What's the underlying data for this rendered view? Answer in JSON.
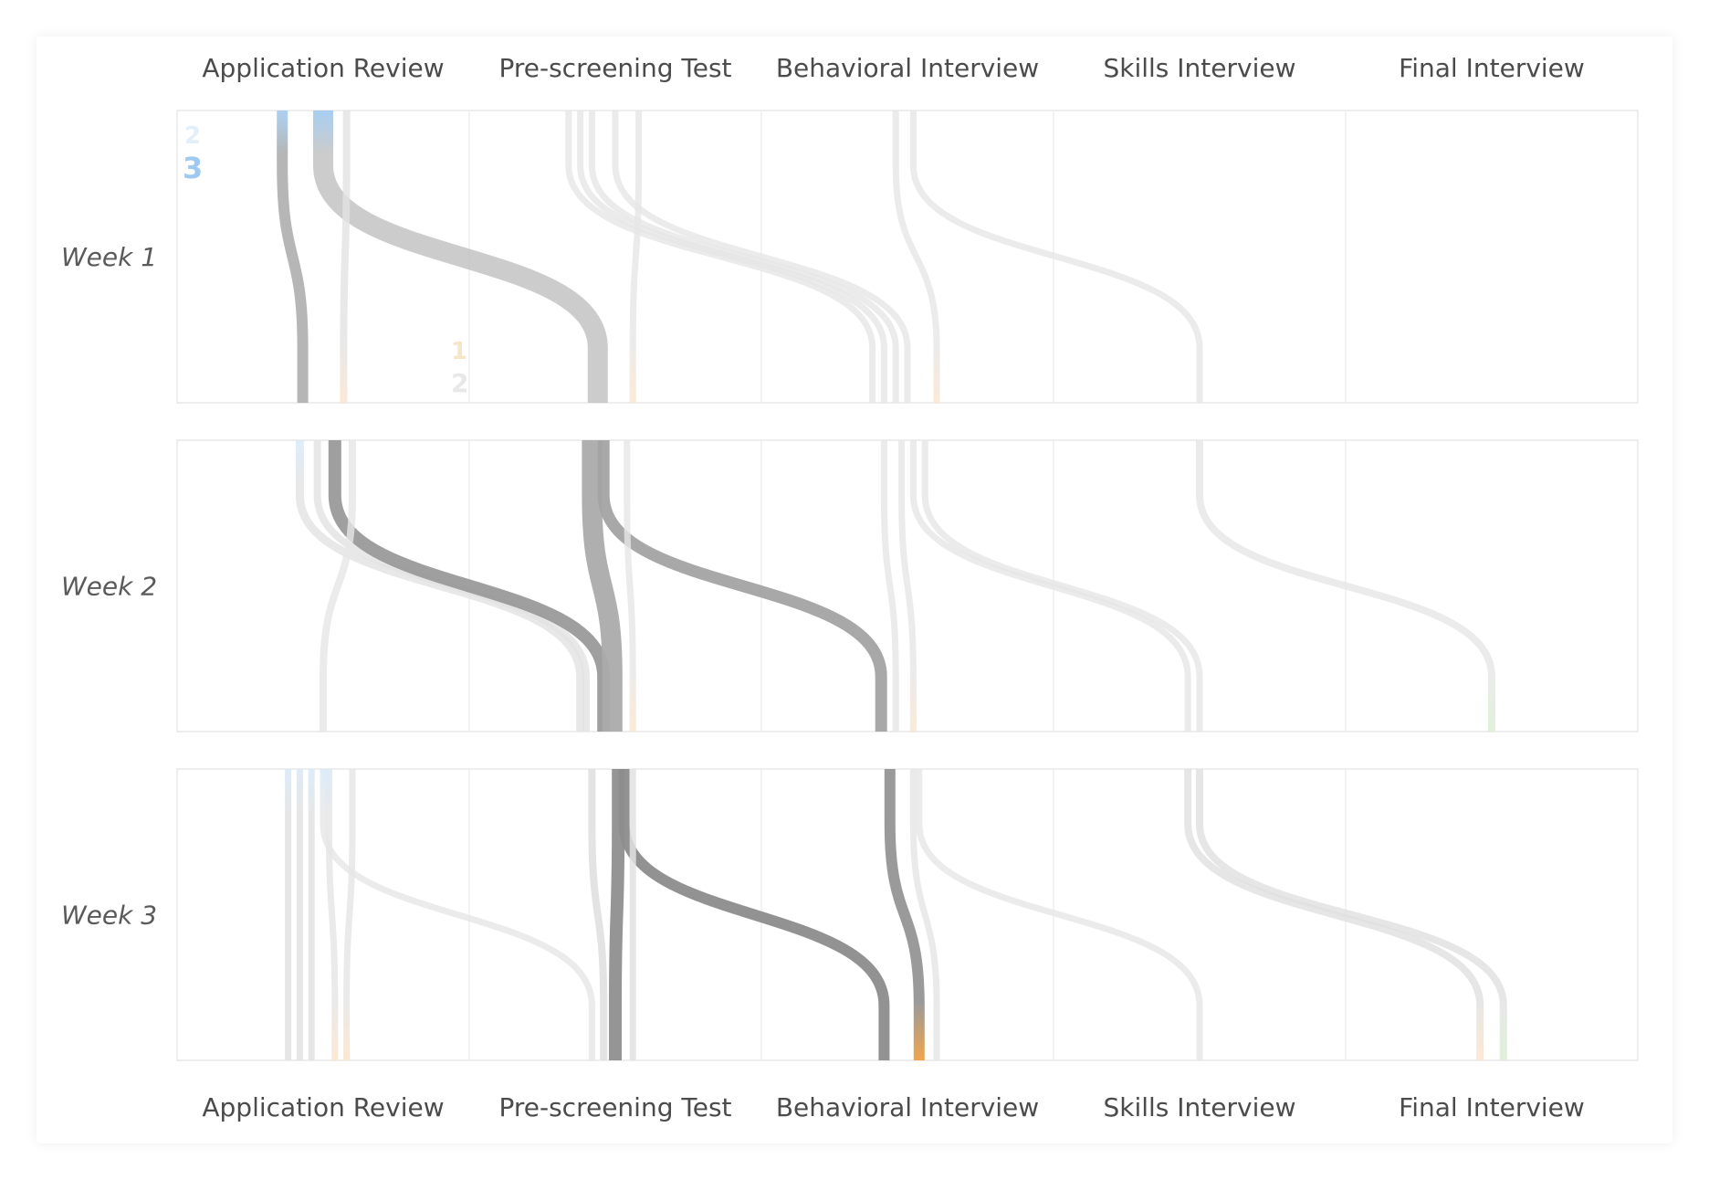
{
  "chart_data": {
    "type": "flow",
    "stages": [
      "Application Review",
      "Pre-screening Test",
      "Behavioral Interview",
      "Skills Interview",
      "Final Interview"
    ],
    "weeks": [
      "Week 1",
      "Week 2",
      "Week 3"
    ],
    "count_labels": [
      {
        "week": 0,
        "stage": 0,
        "values": [
          "2",
          "3"
        ],
        "color": "#9ec9f0"
      },
      {
        "week": 0,
        "stage": 1,
        "values": [
          "1",
          "2"
        ],
        "color": "#e8e8e8"
      }
    ],
    "flows": [
      {
        "week": 0,
        "from": 0.36,
        "to": 0.43,
        "width": 12,
        "color": "#a9a9a9",
        "opacity": 0.85,
        "start": "#9ec9f0"
      },
      {
        "week": 0,
        "from": 0.5,
        "to": 1.44,
        "width": 22,
        "color": "#c6c6c6",
        "opacity": 0.9,
        "start": "#9ec9f0"
      },
      {
        "week": 0,
        "from": 0.58,
        "to": 0.57,
        "width": 8,
        "color": "#e2e2e2",
        "opacity": 0.8,
        "end": "#fbe4cc"
      },
      {
        "week": 0,
        "from": 1.34,
        "to": 2.38,
        "width": 7,
        "color": "#e6e6e6",
        "opacity": 0.8
      },
      {
        "week": 0,
        "from": 1.38,
        "to": 2.42,
        "width": 7,
        "color": "#e6e6e6",
        "opacity": 0.8
      },
      {
        "week": 0,
        "from": 1.42,
        "to": 2.46,
        "width": 7,
        "color": "#e6e6e6",
        "opacity": 0.8
      },
      {
        "week": 0,
        "from": 1.5,
        "to": 2.5,
        "width": 7,
        "color": "#e6e6e6",
        "opacity": 0.8
      },
      {
        "week": 0,
        "from": 1.58,
        "to": 1.56,
        "width": 7,
        "color": "#e6e6e6",
        "opacity": 0.8,
        "end": "#fbe4cc"
      },
      {
        "week": 0,
        "from": 2.46,
        "to": 2.6,
        "width": 7,
        "color": "#e6e6e6",
        "opacity": 0.8,
        "end": "#fbe4cc"
      },
      {
        "week": 0,
        "from": 2.52,
        "to": 3.5,
        "width": 7,
        "color": "#e6e6e6",
        "opacity": 0.8
      },
      {
        "week": 1,
        "from": 0.42,
        "to": 1.38,
        "width": 9,
        "color": "#e2e2e2",
        "opacity": 0.8,
        "start": "#d6e8f8"
      },
      {
        "week": 1,
        "from": 0.48,
        "to": 1.4,
        "width": 8,
        "color": "#e2e2e2",
        "opacity": 0.8
      },
      {
        "week": 1,
        "from": 0.54,
        "to": 1.46,
        "width": 14,
        "color": "#9a9a9a",
        "opacity": 0.95
      },
      {
        "week": 1,
        "from": 0.6,
        "to": 0.5,
        "width": 8,
        "color": "#e6e6e6",
        "opacity": 0.8
      },
      {
        "week": 1,
        "from": 1.42,
        "to": 1.49,
        "width": 22,
        "color": "#ababab",
        "opacity": 0.95
      },
      {
        "week": 1,
        "from": 1.46,
        "to": 2.41,
        "width": 13,
        "color": "#a3a3a3",
        "opacity": 0.95
      },
      {
        "week": 1,
        "from": 1.54,
        "to": 1.56,
        "width": 7,
        "color": "#e6e6e6",
        "opacity": 0.8,
        "end": "#fbe4cc"
      },
      {
        "week": 1,
        "from": 2.42,
        "to": 2.46,
        "width": 7,
        "color": "#e6e6e6",
        "opacity": 0.8
      },
      {
        "week": 1,
        "from": 2.48,
        "to": 2.52,
        "width": 7,
        "color": "#e6e6e6",
        "opacity": 0.8,
        "end": "#fbe4cc"
      },
      {
        "week": 1,
        "from": 2.52,
        "to": 3.46,
        "width": 7,
        "color": "#e6e6e6",
        "opacity": 0.8
      },
      {
        "week": 1,
        "from": 2.56,
        "to": 3.5,
        "width": 7,
        "color": "#e6e6e6",
        "opacity": 0.8
      },
      {
        "week": 1,
        "from": 3.5,
        "to": 4.5,
        "width": 8,
        "color": "#e6e6e6",
        "opacity": 0.8,
        "end": "#d8eed0"
      },
      {
        "week": 2,
        "from": 0.38,
        "to": 0.38,
        "width": 7,
        "color": "#e2e2e2",
        "opacity": 0.85,
        "start": "#d6e8f8"
      },
      {
        "week": 2,
        "from": 0.42,
        "to": 0.42,
        "width": 7,
        "color": "#e2e2e2",
        "opacity": 0.85,
        "start": "#d6e8f8"
      },
      {
        "week": 2,
        "from": 0.46,
        "to": 0.46,
        "width": 7,
        "color": "#e2e2e2",
        "opacity": 0.85,
        "start": "#d6e8f8"
      },
      {
        "week": 2,
        "from": 0.5,
        "to": 1.42,
        "width": 7,
        "color": "#e6e6e6",
        "opacity": 0.8,
        "start": "#d6e8f8"
      },
      {
        "week": 2,
        "from": 0.52,
        "to": 0.54,
        "width": 7,
        "color": "#e6e6e6",
        "opacity": 0.85,
        "start": "#d6e8f8",
        "end": "#fbe4cc"
      },
      {
        "week": 2,
        "from": 0.6,
        "to": 0.58,
        "width": 7,
        "color": "#e6e6e6",
        "opacity": 0.85,
        "end": "#fbe4cc"
      },
      {
        "week": 2,
        "from": 1.42,
        "to": 1.46,
        "width": 8,
        "color": "#dedede",
        "opacity": 0.85
      },
      {
        "week": 2,
        "from": 1.51,
        "to": 1.5,
        "width": 14,
        "color": "#8f8f8f",
        "opacity": 0.95
      },
      {
        "week": 2,
        "from": 1.53,
        "to": 2.42,
        "width": 12,
        "color": "#8c8c8c",
        "opacity": 0.95
      },
      {
        "week": 2,
        "from": 1.56,
        "to": 1.56,
        "width": 7,
        "color": "#e2e2e2",
        "opacity": 0.85
      },
      {
        "week": 2,
        "from": 2.44,
        "to": 2.54,
        "width": 12,
        "color": "#959595",
        "opacity": 0.95,
        "end": "#f0a044"
      },
      {
        "week": 2,
        "from": 2.52,
        "to": 2.6,
        "width": 7,
        "color": "#e6e6e6",
        "opacity": 0.85
      },
      {
        "week": 2,
        "from": 2.54,
        "to": 3.5,
        "width": 7,
        "color": "#e6e6e6",
        "opacity": 0.8
      },
      {
        "week": 2,
        "from": 3.46,
        "to": 4.46,
        "width": 8,
        "color": "#e0e0e0",
        "opacity": 0.8,
        "end": "#fbe4cc"
      },
      {
        "week": 2,
        "from": 3.5,
        "to": 4.54,
        "width": 8,
        "color": "#e0e0e0",
        "opacity": 0.8,
        "end": "#d8eed0"
      }
    ]
  }
}
